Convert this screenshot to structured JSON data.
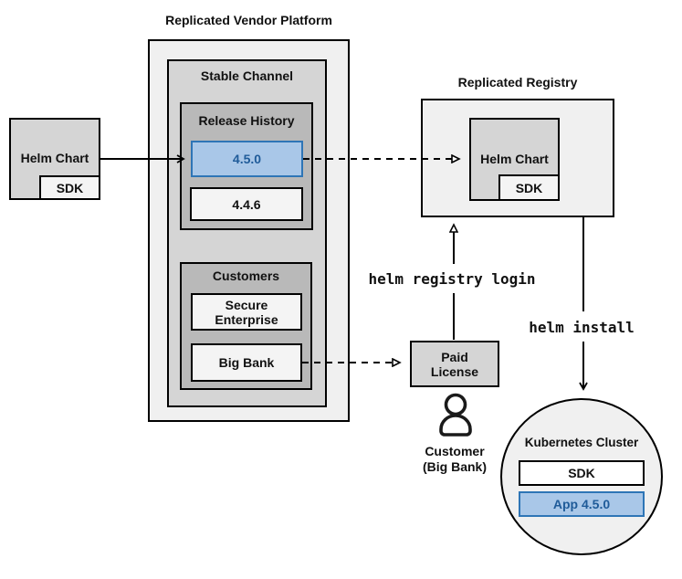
{
  "platform": {
    "title": "Replicated Vendor Platform",
    "stable_channel": {
      "label": "Stable Channel",
      "release_history": {
        "label": "Release History",
        "releases": [
          {
            "version": "4.5.0",
            "highlighted": true
          },
          {
            "version": "4.4.6",
            "highlighted": false
          }
        ]
      },
      "customers": {
        "label": "Customers",
        "items": [
          {
            "name": "Secure Enterprise"
          },
          {
            "name": "Big Bank"
          }
        ]
      }
    }
  },
  "vendor_chart": {
    "label": "Helm Chart",
    "sdk_label": "SDK"
  },
  "registry": {
    "title": "Replicated Registry",
    "chart": {
      "label": "Helm Chart",
      "sdk_label": "SDK"
    }
  },
  "license": {
    "label": "Paid License"
  },
  "customer": {
    "name": "Customer",
    "detail": "(Big Bank)"
  },
  "cluster": {
    "title": "Kubernetes Cluster",
    "sdk_label": "SDK",
    "app_label": "App 4.5.0"
  },
  "commands": {
    "registry_login": "helm registry login",
    "install": "helm install"
  },
  "colors": {
    "highlight_fill": "#a9c7e8",
    "highlight_border": "#2e75b6",
    "highlight_text": "#1f5b99",
    "container_fill": "#f0f0f0",
    "channel_fill": "#d5d5d5",
    "group_fill": "#b9b9b9"
  }
}
